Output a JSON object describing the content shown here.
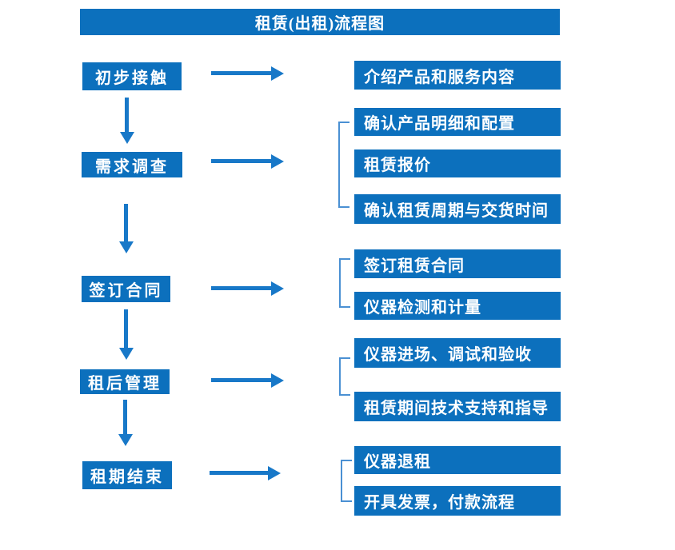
{
  "title": "租赁(出租)流程图",
  "colors": {
    "box_blue": "#0c70bd",
    "arrow_blue": "#1878c8",
    "bracket_blue": "#4a90d3",
    "text_white": "#ffffff"
  },
  "left_steps": [
    {
      "label": "初步接触"
    },
    {
      "label": "需求调查"
    },
    {
      "label": "签订合同"
    },
    {
      "label": "租后管理"
    },
    {
      "label": "租期结束"
    }
  ],
  "right_details": [
    {
      "label": "介绍产品和服务内容"
    },
    {
      "label": "确认产品明细和配置"
    },
    {
      "label": "租赁报价"
    },
    {
      "label": "确认租赁周期与交货时间"
    },
    {
      "label": "签订租赁合同"
    },
    {
      "label": "仪器检测和计量"
    },
    {
      "label": "仪器进场、调试和验收"
    },
    {
      "label": "租赁期间技术支持和指导"
    },
    {
      "label": "仪器退租"
    },
    {
      "label": "开具发票，付款流程"
    }
  ]
}
